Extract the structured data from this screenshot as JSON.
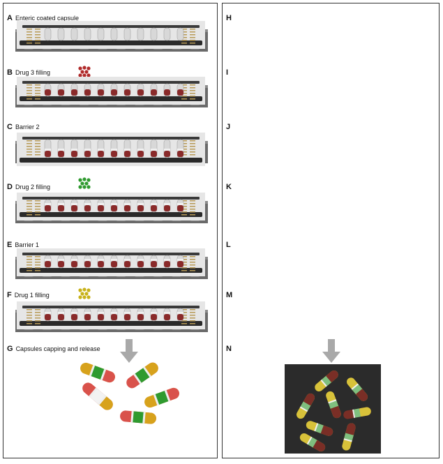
{
  "left_steps": [
    {
      "letter": "A",
      "text": "Enteric coated capsule",
      "stage": 0
    },
    {
      "letter": "B",
      "text": "Drug 3 filling",
      "stage": 1,
      "dots": "#b02a2a"
    },
    {
      "letter": "C",
      "text": "Barrier 2",
      "stage": 2
    },
    {
      "letter": "D",
      "text": "Drug 2 filling",
      "stage": 3,
      "dots": "#2f9a2f"
    },
    {
      "letter": "E",
      "text": "Barrier 1",
      "stage": 4
    },
    {
      "letter": "F",
      "text": "Drug 1 filling",
      "stage": 5,
      "dots": "#c8b21a"
    }
  ],
  "final_left": {
    "letter": "G",
    "text": "Capsules capping and release"
  },
  "right_steps": [
    "H",
    "I",
    "J",
    "K",
    "L",
    "M"
  ],
  "final_right": {
    "letter": "N"
  },
  "colors": {
    "drug3": "#b83a3a",
    "drug2": "#2f9a2f",
    "drug1": "#d7a21c",
    "barrier": "#f2f2f2",
    "rack": "#6a6a6a",
    "rack_top": "#8c8c8c",
    "arrow": "#a9a9a9"
  }
}
